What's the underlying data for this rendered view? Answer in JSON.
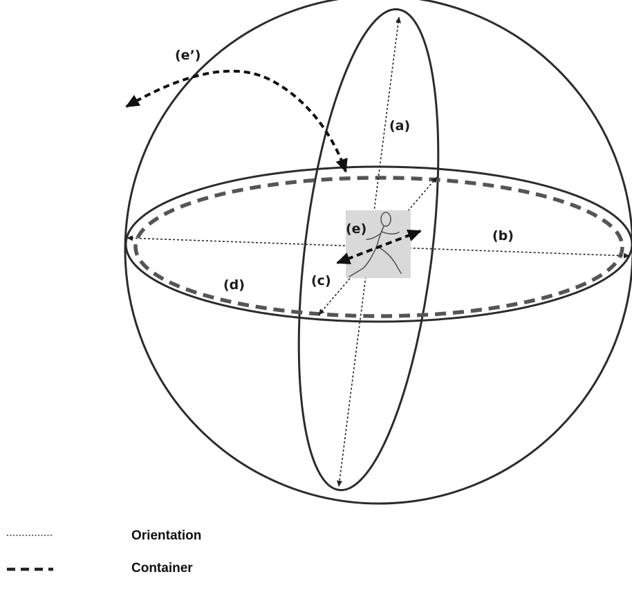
{
  "labels": {
    "a": "(a)",
    "b": "(b)",
    "c": "(c)",
    "d": "(d)",
    "e": "(e)",
    "e_prime": "(e’)"
  },
  "legend": {
    "items": [
      {
        "line_style": "dotted",
        "label": "Orientation"
      },
      {
        "line_style": "dashed",
        "label": "Container"
      }
    ]
  },
  "colors": {
    "outline": "#2b2b2b",
    "container_dash": "#555555",
    "figure_box": "#d9d9d9"
  },
  "icons": {
    "figure": "running-person-icon"
  }
}
